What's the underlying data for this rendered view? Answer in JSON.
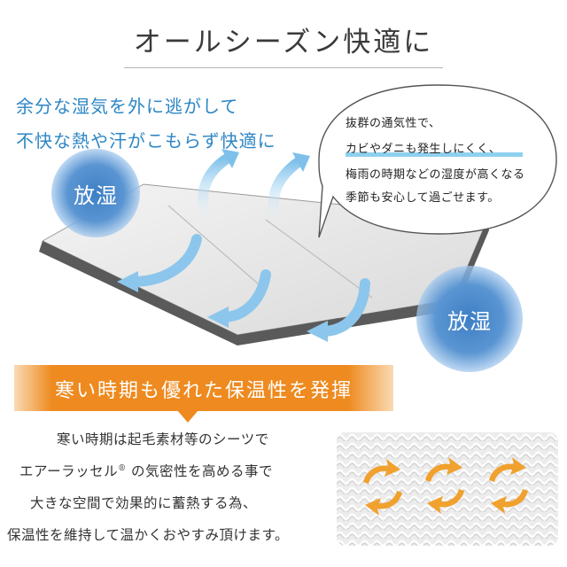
{
  "header": {
    "title": "オールシーズン快適に"
  },
  "lead": {
    "line1": "余分な湿気を外に逃がして",
    "line2": "不快な熱や汗がこもらず快適に"
  },
  "bubble": {
    "line1": "抜群の通気性で、",
    "line2": "カビやダニも発生しにくく、",
    "line3": "梅雨の時期などの湿度が高くなる",
    "line4": "季節も安心して過ごせます。"
  },
  "badges": {
    "left": "放湿",
    "right": "放湿"
  },
  "banner": {
    "text": "寒い時期も優れた保温性を発揮"
  },
  "body": {
    "line1": "寒い時期は起毛素材等のシーツで",
    "line2": "エアーラッセル",
    "line2_mark": "®",
    "line2_rest": "の気密性を高める事で",
    "line3": "大きな空間で効果的に蓄熱する為、",
    "line4": "保温性を維持して温かくおやすみ頂けます。"
  },
  "colors": {
    "accent_blue": "#2d86c4",
    "arrow_blue": "#8cc6ec",
    "banner_orange": "#ee8a1f",
    "arrow_orange": "#f0a12e"
  }
}
